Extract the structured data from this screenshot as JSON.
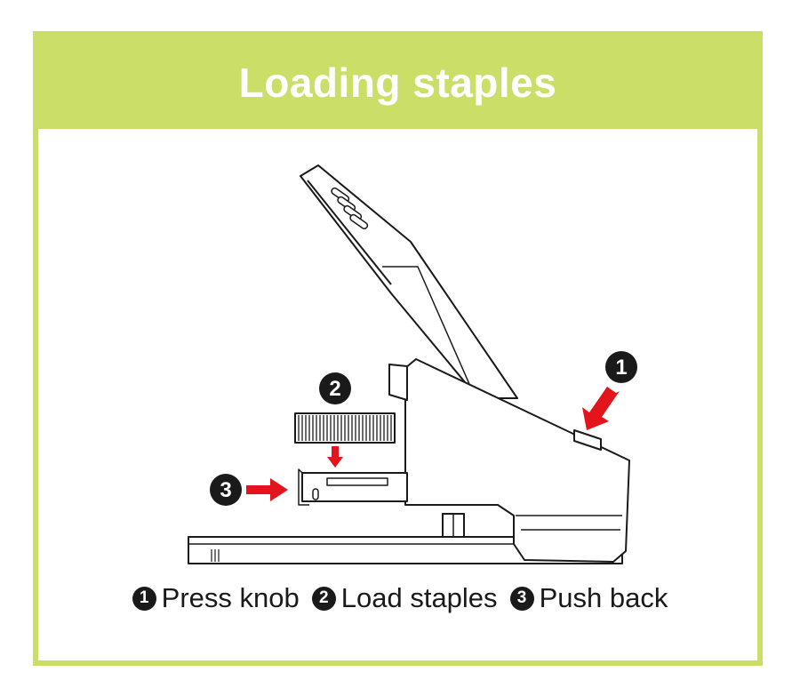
{
  "title": "Loading staples",
  "colors": {
    "frame": "#cade68",
    "arrow": "#e3141b",
    "ink": "#1a1a1a"
  },
  "callouts": [
    "1",
    "2",
    "3"
  ],
  "steps": [
    {
      "number": "1",
      "label": "Press knob"
    },
    {
      "number": "2",
      "label": "Load staples"
    },
    {
      "number": "3",
      "label": "Push back"
    }
  ],
  "icons": {
    "arrow": "red-arrow-icon",
    "badge": "numbered-circle-icon"
  }
}
